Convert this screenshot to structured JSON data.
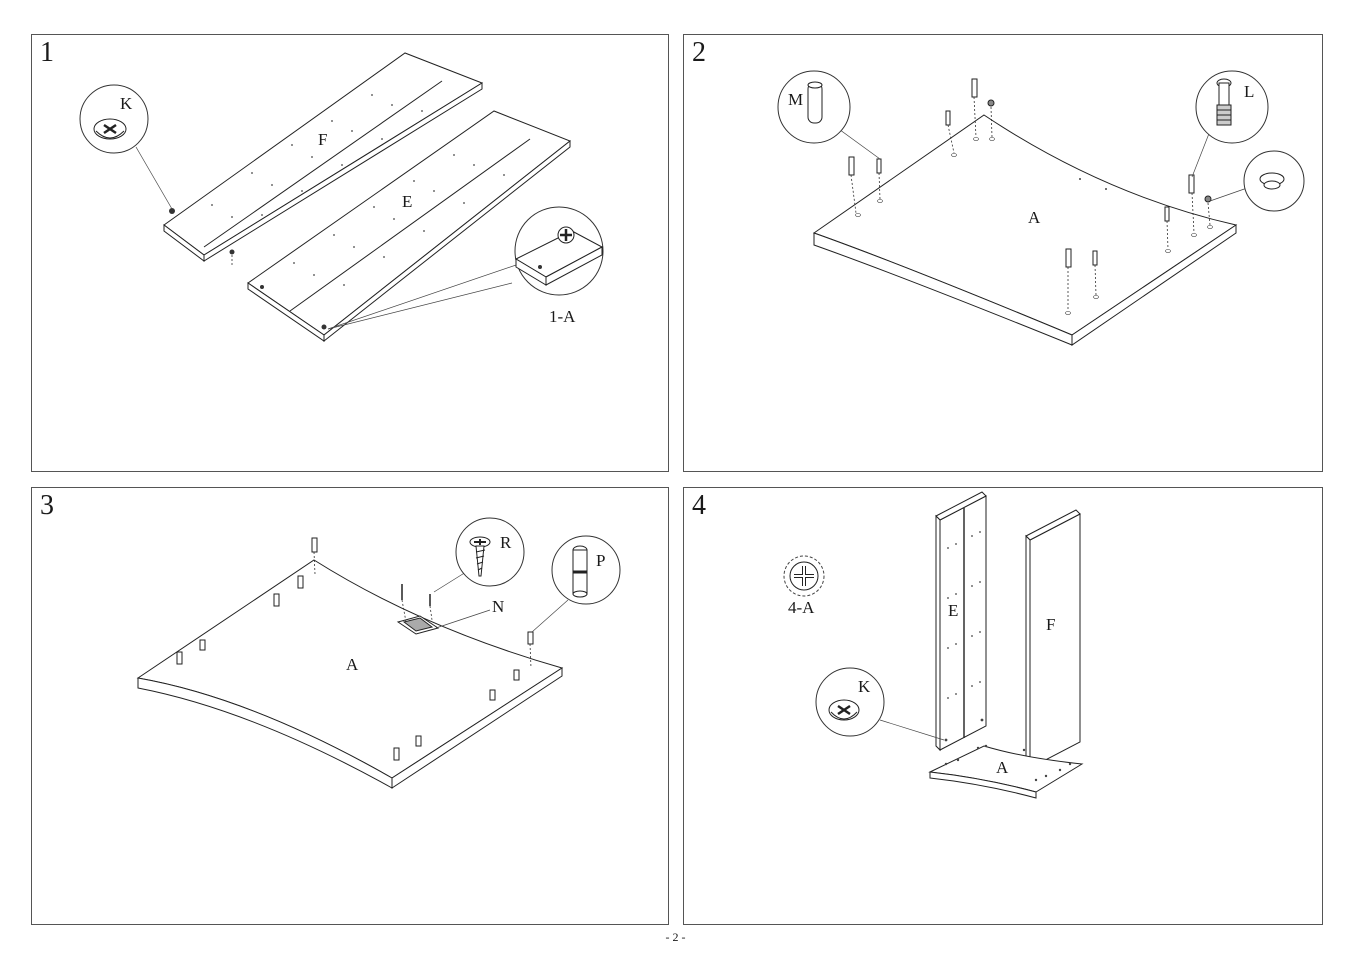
{
  "panels": [
    {
      "step": "1",
      "labels": {
        "k": "K",
        "f": "F",
        "e": "E",
        "detail": "1-A"
      }
    },
    {
      "step": "2",
      "labels": {
        "m": "M",
        "l": "L",
        "a": "A"
      }
    },
    {
      "step": "3",
      "labels": {
        "r": "R",
        "p": "P",
        "n": "N",
        "a": "A"
      }
    },
    {
      "step": "4",
      "labels": {
        "detail": "4-A",
        "e": "E",
        "f": "F",
        "k": "K",
        "a": "A"
      }
    }
  ],
  "footer": "- 2 -"
}
